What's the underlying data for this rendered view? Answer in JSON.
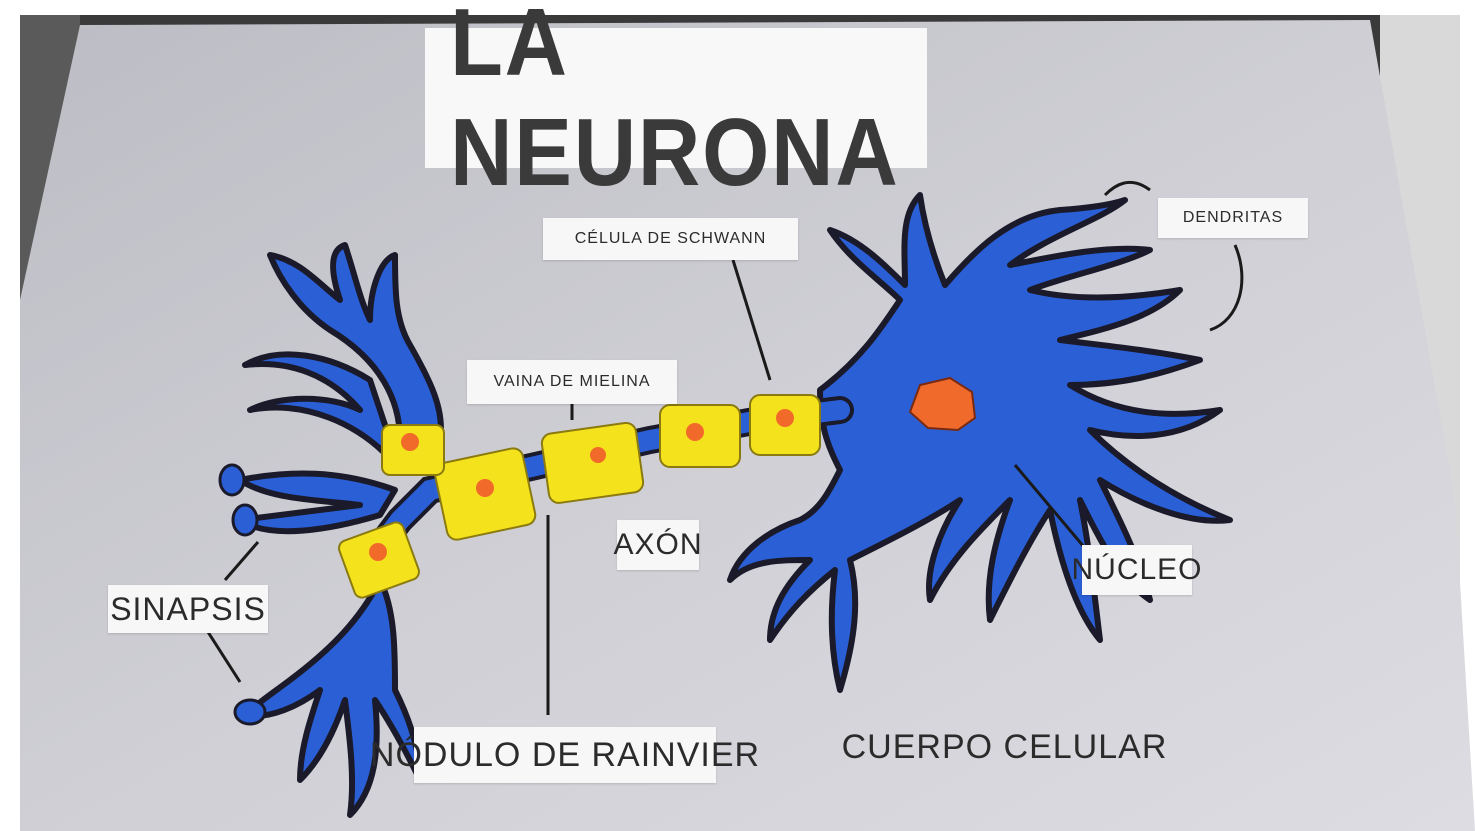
{
  "title": "LA NEURONA",
  "labels": {
    "celula_schwann": "CÉLULA DE SCHWANN",
    "vaina_mielina": "VAINA DE MIELINA",
    "dendritas": "DENDRITAS",
    "sinapsis": "SINAPSIS",
    "axon": "AXÓN",
    "nucleo": "NÚCLEO",
    "nodulo_rainvier": "NÓDULO DE RAINVIER",
    "cuerpo_celular": "CUERPO CELULAR"
  },
  "colors": {
    "board": "#c9c9ce",
    "neuron_blue": "#2a5fd6",
    "outline": "#1a1a2a",
    "myelin": "#f3e21c",
    "node": "#f26a2a",
    "nucleus": "#f06a2c"
  }
}
